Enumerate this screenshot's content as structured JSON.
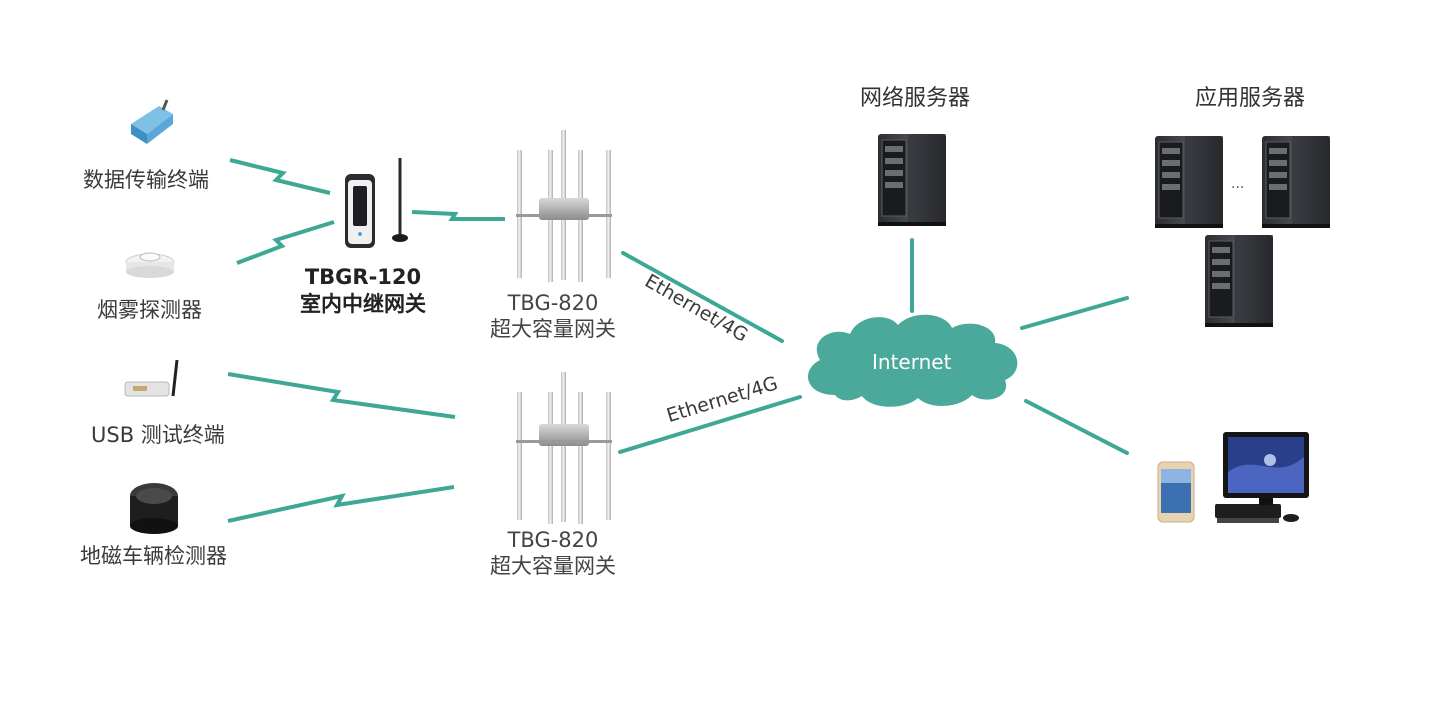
{
  "devices": {
    "data_terminal": "数据传输终端",
    "smoke_detector": "烟雾探测器",
    "usb_terminal": "USB 测试终端",
    "geomagnetic": "地磁车辆检测器"
  },
  "relay_gateway": {
    "model": "TBGR-120",
    "name": "室内中继网关"
  },
  "gateway_top": {
    "model": "TBG-820",
    "name": "超大容量网关"
  },
  "gateway_bottom": {
    "model": "TBG-820",
    "name": "超大容量网关"
  },
  "links": {
    "top": "Ethernet/4G",
    "bottom": "Ethernet/4G"
  },
  "cloud": {
    "label": "Internet"
  },
  "servers": {
    "network": "网络服务器",
    "application": "应用服务器",
    "ellipsis": "..."
  },
  "colors": {
    "link": "#3fa796",
    "cloud": "#4aa99a",
    "text": "#3a3a3a"
  }
}
